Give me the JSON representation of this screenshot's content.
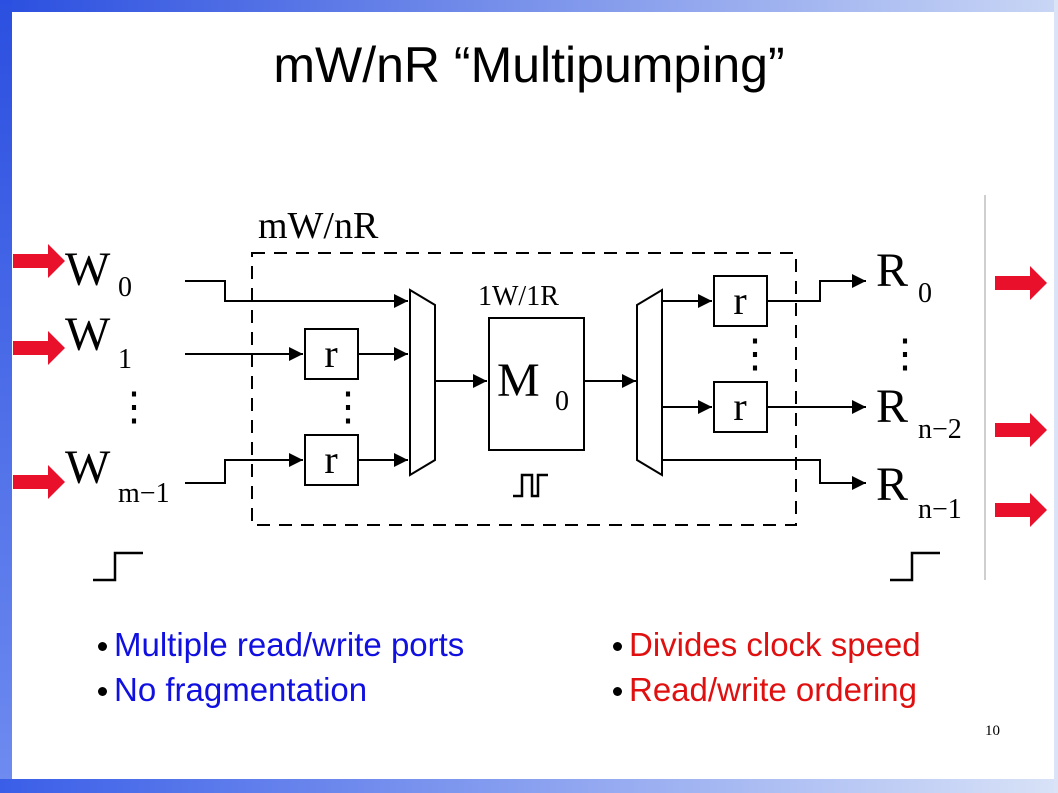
{
  "slide": {
    "title": "mW/nR “Multipuming”",
    "page_number": "10"
  },
  "diagram": {
    "box_label": "mW/nR",
    "memory_type": "1W/1R",
    "memory_name": "M",
    "memory_sub": "0",
    "register_label": "r",
    "inputs": [
      {
        "base": "W",
        "sub": "0"
      },
      {
        "base": "W",
        "sub": "1"
      },
      {
        "base": "W",
        "sub": "m−1"
      }
    ],
    "outputs": [
      {
        "base": "R",
        "sub": "0"
      },
      {
        "base": "R",
        "sub": "n−2"
      },
      {
        "base": "R",
        "sub": "n−1"
      }
    ],
    "ellipsis": "⋮"
  },
  "bullets": {
    "left": [
      "Multiple read/write ports",
      "No fragmentation"
    ],
    "right": [
      "Divides clock speed",
      "Read/write ordering"
    ]
  },
  "colors": {
    "pro_text": "#1010e0",
    "con_text": "#e01010",
    "arrow_marker": "#e8102a",
    "frame": "#3a5ee8"
  },
  "icons": {
    "marker": "red-right-arrow-icon"
  }
}
